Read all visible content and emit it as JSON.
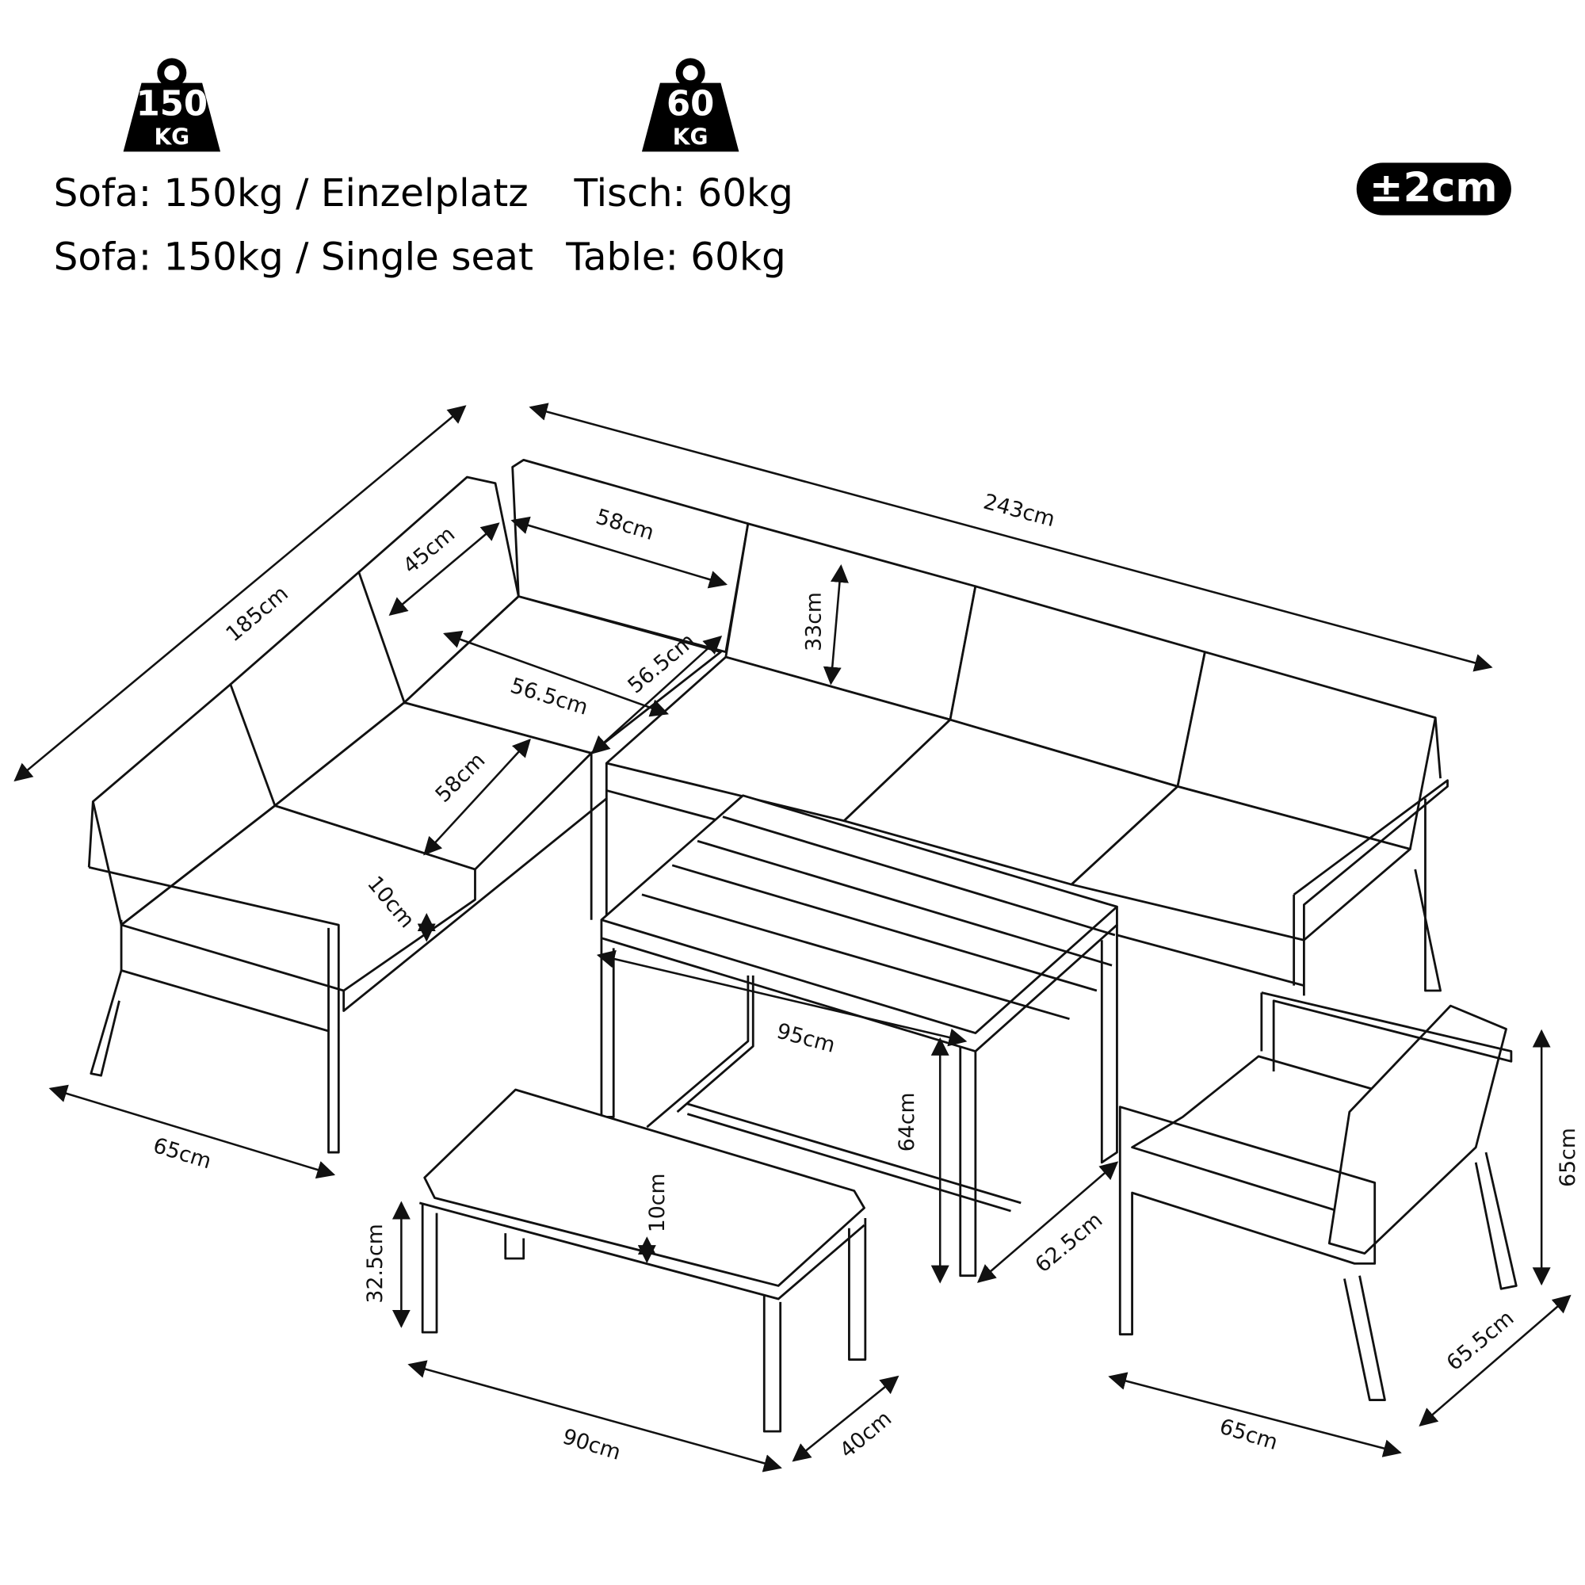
{
  "weights": {
    "sofa_icon": {
      "value": "150",
      "unit": "KG",
      "icon": "weight-icon"
    },
    "table_icon": {
      "value": "60",
      "unit": "KG",
      "icon": "weight-icon"
    },
    "line_de_sofa": "Sofa: 150kg / Einzelplatz",
    "line_de_table": "Tisch: 60kg",
    "line_en_sofa": "Sofa: 150kg / Single seat",
    "line_en_table": "Table: 60kg"
  },
  "tolerance": "±2cm",
  "dimensions": {
    "sofa_depth_total": "185cm",
    "sofa_width_total": "243cm",
    "corner_back_depth": "45cm",
    "back_cushion_width": "58cm",
    "back_cushion_height": "33cm",
    "corner_seat_width": "56.5cm",
    "corner_seat_depth": "56.5cm",
    "seat_cushion_width": "58cm",
    "seat_cushion_thickness": "10cm",
    "sofa_side_depth": "65cm",
    "table_length": "95cm",
    "table_height": "64cm",
    "table_width": "62.5cm",
    "bench_cushion_thickness": "10cm",
    "bench_height": "32.5cm",
    "bench_length": "90cm",
    "bench_depth": "40cm",
    "chair_height": "65cm",
    "chair_depth": "65.5cm",
    "chair_width": "65cm"
  }
}
